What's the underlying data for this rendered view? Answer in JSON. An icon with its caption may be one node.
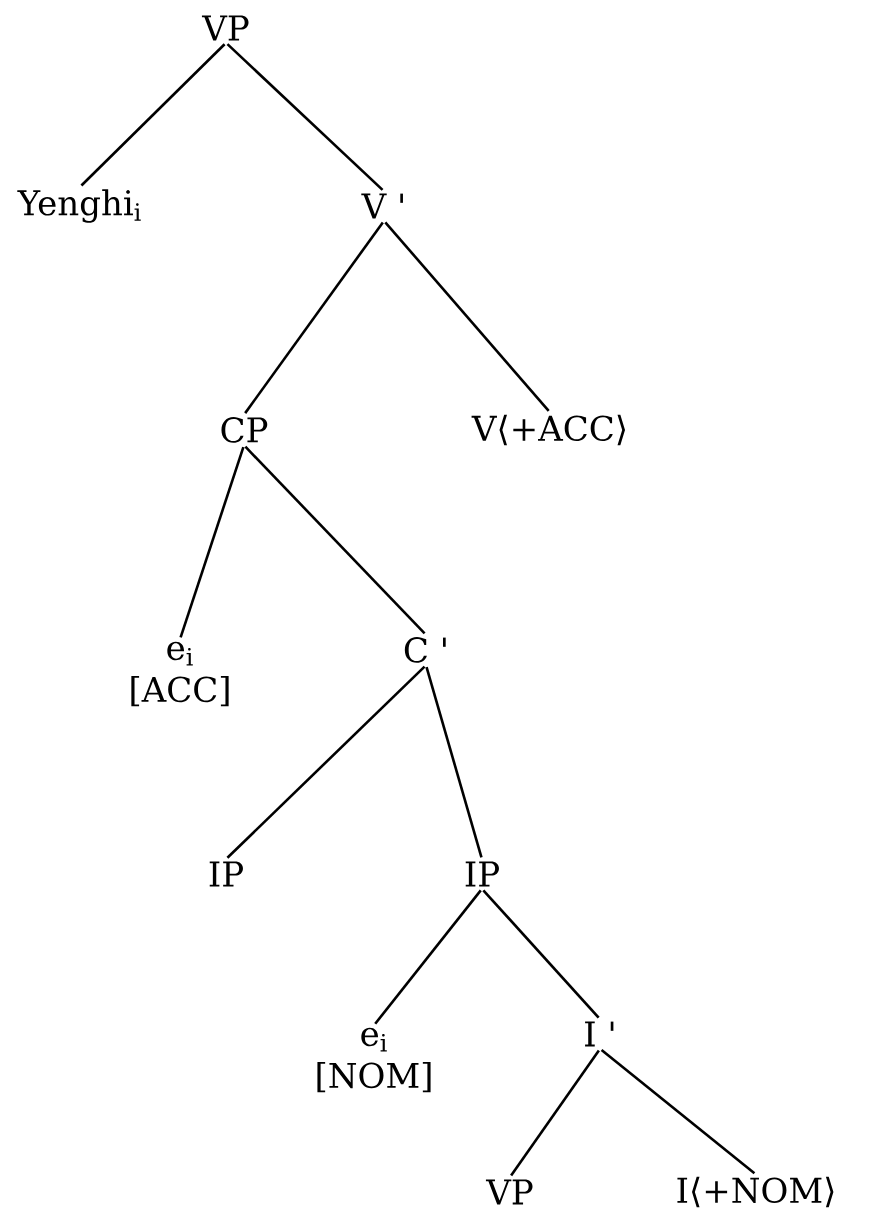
{
  "diagram": {
    "nodes": [
      {
        "text": [
          "VP"
        ]
      },
      {
        "text": [
          "Yenghi$_{i}$"
        ]
      },
      {
        "text": [
          "V '"
        ]
      },
      {
        "text": [
          "CP"
        ]
      },
      {
        "text": [
          "V⟨+ACC⟩"
        ]
      },
      {
        "text": [
          "e$_{i}$",
          "[ACC]"
        ]
      },
      {
        "text": [
          "C '"
        ]
      },
      {
        "text": [
          "IP"
        ]
      },
      {
        "text": [
          "IP"
        ]
      },
      {
        "text": [
          "e$_{i}$",
          "[NOM]"
        ]
      },
      {
        "text": [
          "I '"
        ]
      },
      {
        "text": [
          "VP"
        ]
      },
      {
        "text": [
          "I⟨+NOM⟩"
        ]
      }
    ],
    "edges": [
      {
        "from": 0,
        "to": 1,
        "arrow": "none"
      },
      {
        "from": 0,
        "to": 2,
        "arrow": "none"
      },
      {
        "from": 2,
        "to": 3,
        "arrow": "none"
      },
      {
        "from": 2,
        "to": 4,
        "arrow": "none"
      },
      {
        "from": 3,
        "to": 5,
        "arrow": "none"
      },
      {
        "from": 3,
        "to": 6,
        "arrow": "none"
      },
      {
        "from": 6,
        "to": 7,
        "arrow": "none"
      },
      {
        "from": 6,
        "to": 8,
        "arrow": "none"
      },
      {
        "from": 8,
        "to": 9,
        "arrow": "none"
      },
      {
        "from": 8,
        "to": 10,
        "arrow": "none"
      },
      {
        "from": 10,
        "to": 11,
        "arrow": "none"
      },
      {
        "from": 10,
        "to": 12,
        "arrow": "none"
      }
    ]
  }
}
